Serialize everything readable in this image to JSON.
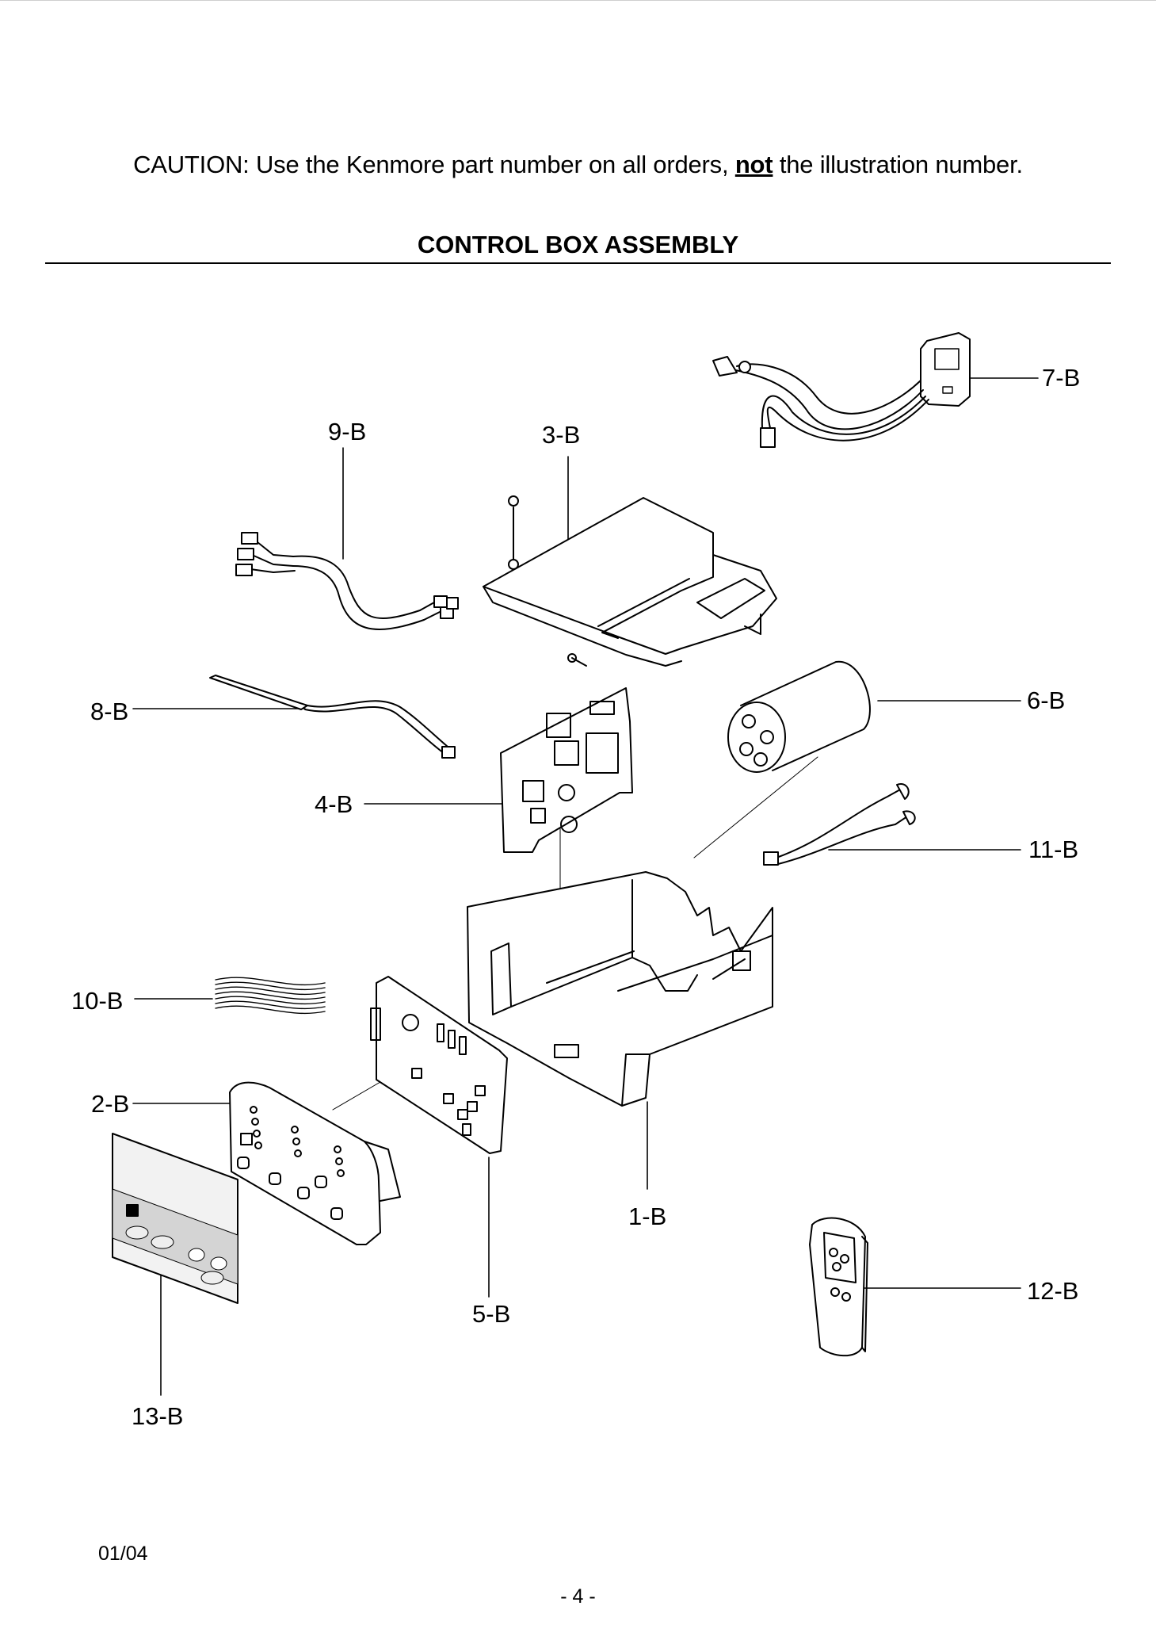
{
  "caution": {
    "prefix": "CAUTION: Use the Kenmore part number on all orders, ",
    "emphasis": "not",
    "suffix": " the illustration number."
  },
  "title": "CONTROL BOX ASSEMBLY",
  "callouts": {
    "c1": "1-B",
    "c2": "2-B",
    "c3": "3-B",
    "c4": "4-B",
    "c5": "5-B",
    "c6": "6-B",
    "c7": "7-B",
    "c8": "8-B",
    "c9": "9-B",
    "c10": "10-B",
    "c11": "11-B",
    "c12": "12-B",
    "c13": "13-B"
  },
  "footer": {
    "date": "01/04",
    "page": "- 4 -"
  }
}
